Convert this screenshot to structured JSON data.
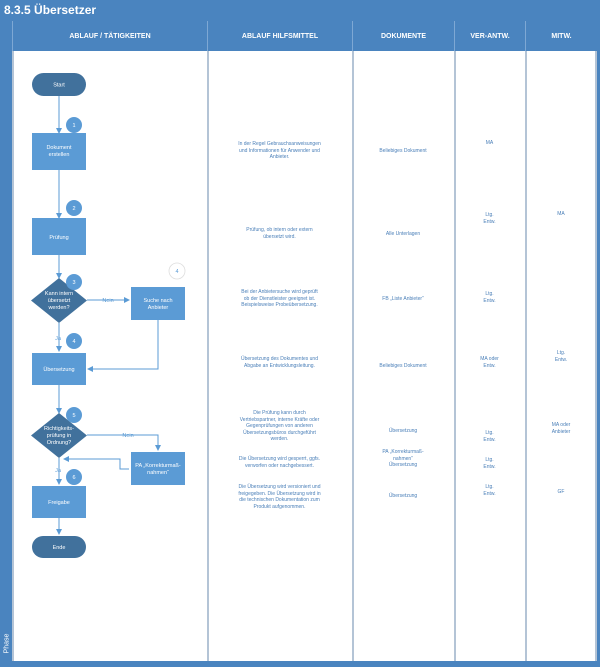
{
  "title": "8.3.5 Übersetzer",
  "phase_label": "Phase",
  "headers": [
    "ABLAUF / TÄTIGKEITEN",
    "ABLAUF HILFSMITTEL",
    "DOKUMENTE",
    "VER-ANTW.",
    "MITW."
  ],
  "flow": {
    "start": "Start",
    "step1": [
      "Dokument",
      "erstellen"
    ],
    "step2": "Prüfung",
    "decision3": [
      "Kann intern",
      "übersetzt",
      "werden?"
    ],
    "search": [
      "Suche nach",
      "Anbieter"
    ],
    "translation": "Übersetzung",
    "decision5": [
      "Richtigkeits-",
      "prüfung in",
      "Ordnung?"
    ],
    "pa": [
      "PA „Korrekturmaß-",
      "nahmen“"
    ],
    "release": "Freigabe",
    "end": "Ende",
    "no": "Nein",
    "yes": "Ja",
    "numbers": [
      "1",
      "2",
      "3",
      "4",
      "4",
      "5",
      "6"
    ]
  },
  "hilfsmittel": [
    [
      "In der Regel Gebrauchsanweisungen",
      "und Informationen für Anwender und",
      "Anbieter."
    ],
    [
      "Prüfung, ob intern oder extern",
      "übersetzt wird."
    ],
    [
      "Bei der Anbietersuche wird geprüft",
      "ob der Dienstleister geeignet ist.",
      "Beispielsweise Probeübersetzung."
    ],
    [
      "Übersetzung des Dokumentes und",
      "Abgabe an Entwicklungsleitung."
    ],
    [
      "Die Prüfung kann durch",
      "Vertriebspartner, interne Kräfte oder",
      "Gegenprüfungen von anderen",
      "Übersetzungsbüros durchgeführt",
      "werden."
    ],
    [
      "Die Übersetzung wird gesperrt, ggfs.",
      "verworfen oder nachgebessert."
    ],
    [
      "Die Übersetzung wird versioniert und",
      "freigegeben. Die Übersetzung wird in",
      "die technischen Dokumentation zum",
      "Produkt aufgenommen."
    ]
  ],
  "dokumente": [
    [
      "Beliebiges Dokument"
    ],
    [
      "Alle Unterlagen"
    ],
    [
      "FB „Liste Anbieter“"
    ],
    [
      "Beliebiges Dokument"
    ],
    [
      "Übersetzung"
    ],
    [
      "PA „Korrekturmaß-",
      "nahmen“",
      "Übersetzung"
    ],
    [
      "Übersetzung"
    ]
  ],
  "verantw": [
    [
      "MA"
    ],
    [
      "Ltg.",
      "Entw."
    ],
    [
      "Ltg.",
      "Entw."
    ],
    [
      "MA oder",
      "Entw."
    ],
    [
      "Ltg.",
      "Entw."
    ],
    [
      "Ltg.",
      "Entw."
    ],
    [
      "Ltg.",
      "Entw."
    ]
  ],
  "mitw": [
    [
      "MA"
    ],
    [
      "Ltg.",
      "Entw."
    ],
    [
      "MA oder",
      "Anbieter"
    ],
    [
      "GF"
    ]
  ],
  "colors": {
    "header": "#4a84bf",
    "shape": "#5b9bd5",
    "dark": "#41719c",
    "text": "#4a7fb8"
  }
}
